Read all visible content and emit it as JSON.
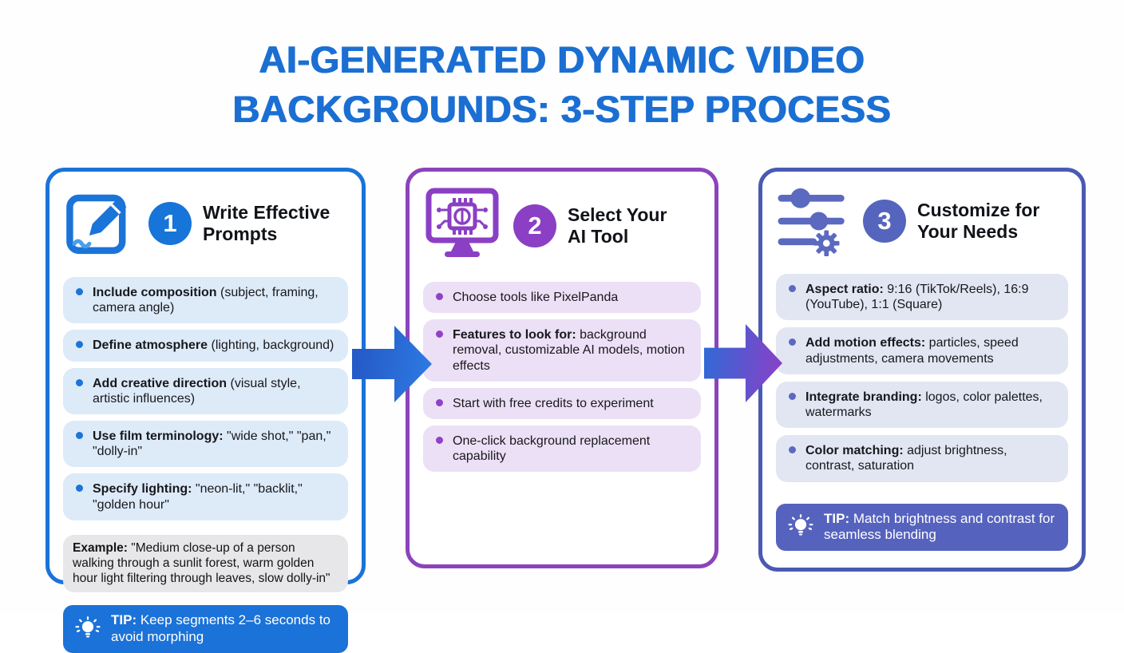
{
  "title": {
    "line1": "AI-GENERATED DYNAMIC VIDEO",
    "line2": "BACKGROUNDS: 3-STEP PROCESS"
  },
  "colors": {
    "title_blue": "#1b6fd3",
    "step1_accent": "#1a73d8",
    "step2_accent": "#8b3fc4",
    "step3_accent": "#5565bd",
    "tip1_bg": "#1b72d8",
    "tip3_bg": "#5562be",
    "arrow1": "#2e7ce4",
    "arrow2_gradient_end": "#8d3fc6"
  },
  "steps": [
    {
      "number": "1",
      "title": "Write Effective Prompts",
      "icon": "pencil-square-icon",
      "bullets": [
        {
          "lead": "Include composition",
          "rest": " (subject, framing, camera angle)"
        },
        {
          "lead": "Define atmosphere",
          "rest": " (lighting, background)"
        },
        {
          "lead": "Add creative direction",
          "rest": " (visual style, artistic influences)"
        },
        {
          "lead": "Use film terminology:",
          "rest": " \"wide shot,\" \"pan,\" \"dolly-in\""
        },
        {
          "lead": "Specify lighting:",
          "rest": " \"neon-lit,\" \"backlit,\" \"golden hour\""
        }
      ],
      "example": {
        "lead": "Example:",
        "rest": " \"Medium close-up of a person walking through a sunlit forest, warm golden hour light filtering through leaves, slow dolly-in\""
      },
      "tip": {
        "lead": "TIP:",
        "rest": " Keep segments 2–6 seconds to avoid morphing"
      }
    },
    {
      "number": "2",
      "title": "Select Your AI Tool",
      "icon": "ai-monitor-icon",
      "bullets": [
        {
          "lead": "",
          "rest": "Choose tools like PixelPanda"
        },
        {
          "lead": "Features to look for:",
          "rest": " background removal, customizable AI models, motion effects"
        },
        {
          "lead": "",
          "rest": "Start with free credits to experiment"
        },
        {
          "lead": "",
          "rest": "One-click background replacement capability"
        }
      ]
    },
    {
      "number": "3",
      "title": "Customize for Your Needs",
      "icon": "sliders-icon",
      "bullets": [
        {
          "lead": "Aspect ratio:",
          "rest": " 9:16 (TikTok/Reels), 16:9 (YouTube), 1:1 (Square)"
        },
        {
          "lead": "Add motion effects:",
          "rest": " particles, speed adjustments, camera movements"
        },
        {
          "lead": "Integrate branding:",
          "rest": " logos, color palettes, watermarks"
        },
        {
          "lead": "Color matching:",
          "rest": " adjust brightness, contrast, saturation"
        }
      ],
      "tip": {
        "lead": "TIP:",
        "rest": " Match brightness and contrast for seamless blending"
      }
    }
  ]
}
